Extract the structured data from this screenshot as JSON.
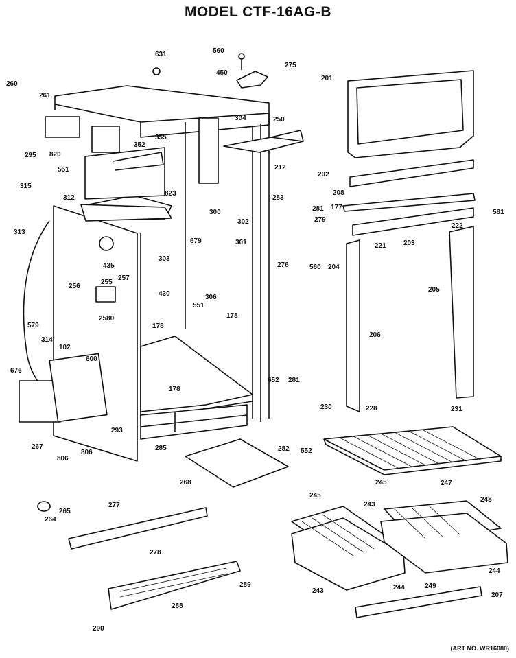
{
  "title": "MODEL CTF-16AG-B",
  "art_number": "(ART NO. WR16080)",
  "part_labels": [
    "631",
    "560",
    "450",
    "275",
    "260",
    "261",
    "820",
    "295",
    "551",
    "315",
    "312",
    "352",
    "355",
    "304",
    "250",
    "212",
    "201",
    "202",
    "208",
    "581",
    "823",
    "313",
    "300",
    "302",
    "679",
    "301",
    "303",
    "283",
    "281",
    "279",
    "177",
    "222",
    "276",
    "560",
    "204",
    "221",
    "203",
    "205",
    "435",
    "256",
    "255",
    "257",
    "430",
    "306",
    "551",
    "178",
    "178",
    "579",
    "2580",
    "314",
    "102",
    "206",
    "676",
    "600",
    "178",
    "652",
    "281",
    "230",
    "228",
    "231",
    "293",
    "267",
    "806",
    "806",
    "285",
    "282",
    "552",
    "268",
    "247",
    "245",
    "245",
    "248",
    "264",
    "265",
    "277",
    "278",
    "243",
    "243",
    "244",
    "244",
    "249",
    "289",
    "288",
    "207",
    "290"
  ]
}
